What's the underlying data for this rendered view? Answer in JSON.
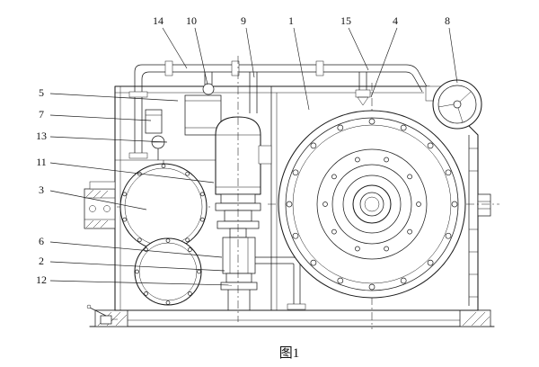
{
  "figure": {
    "caption": "图1"
  },
  "callouts": {
    "n14": "14",
    "n10": "10",
    "n9": "9",
    "n1": "1",
    "n15": "15",
    "n4": "4",
    "n8": "8",
    "n5": "5",
    "n7": "7",
    "n13": "13",
    "n11": "11",
    "n3": "3",
    "n6": "6",
    "n2": "2",
    "n12": "12"
  }
}
